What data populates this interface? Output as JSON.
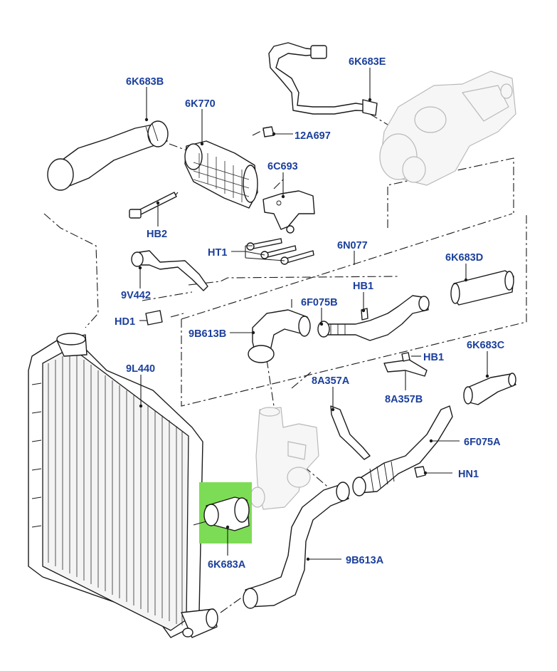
{
  "labels": {
    "l_6K683B": "6K683B",
    "l_6K770": "6K770",
    "l_6K683E": "6K683E",
    "l_12A697": "12A697",
    "l_6C693": "6C693",
    "l_HB2": "HB2",
    "l_HT1": "HT1",
    "l_6N077": "6N077",
    "l_6K683D": "6K683D",
    "l_9V442": "9V442",
    "l_HB1_top": "HB1",
    "l_6F075B": "6F075B",
    "l_HD1": "HD1",
    "l_9B613B": "9B613B",
    "l_HB1_right": "HB1",
    "l_6K683C": "6K683C",
    "l_9L440": "9L440",
    "l_8A357A": "8A357A",
    "l_8A357B": "8A357B",
    "l_6F075A": "6F075A",
    "l_HN1": "HN1",
    "l_6K683A": "6K683A",
    "l_9B613A": "9B613A"
  },
  "colors": {
    "label_blue": "#1b3f9c",
    "highlight_green": "#7ddc55",
    "line_black": "#1a1a1a"
  }
}
